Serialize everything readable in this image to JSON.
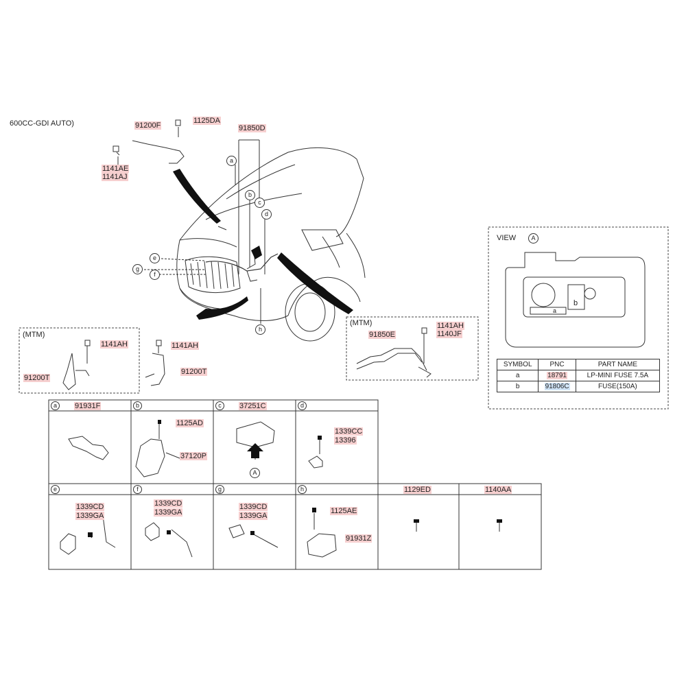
{
  "title_fragment": "600CC-GDI AUTO)",
  "main": {
    "p91200F": "91200F",
    "p1125DA": "1125DA",
    "p91850D": "91850D",
    "p1141AE": "1141AE",
    "p1141AJ": "1141AJ",
    "callouts": [
      "a",
      "b",
      "c",
      "d",
      "e",
      "f",
      "g",
      "h"
    ]
  },
  "mtm_left": {
    "tag": "(MTM)",
    "p1141AH_a": "1141AH",
    "p91200T_a": "91200T",
    "p1141AH_b": "1141AH",
    "p91200T_b": "91200T"
  },
  "mtm_right": {
    "tag": "(MTM)",
    "p91850E": "91850E",
    "p1141AH": "1141AH",
    "p1140JF": "1140JF"
  },
  "view": {
    "title": "VIEW",
    "marker": "A",
    "fuse_a": "a",
    "fuse_b": "b",
    "table": {
      "headers": [
        "SYMBOL",
        "PNC",
        "PART NAME"
      ],
      "rows": [
        {
          "symbol": "a",
          "pnc": "18791",
          "name": "LP-MINI FUSE 7.5A"
        },
        {
          "symbol": "b",
          "pnc": "91806C",
          "name": "FUSE(150A)"
        }
      ]
    }
  },
  "grid": {
    "row1": [
      {
        "letter": "a",
        "part": "91931F"
      },
      {
        "letter": "b",
        "part": "",
        "p1": "1125AD",
        "p2": "37120P"
      },
      {
        "letter": "c",
        "part": "37251C",
        "marker": "A"
      },
      {
        "letter": "d",
        "part": "",
        "p1": "1339CC",
        "p2": "13396"
      }
    ],
    "row2": [
      {
        "letter": "e",
        "p1": "1339CD",
        "p2": "1339GA"
      },
      {
        "letter": "f",
        "p1": "1339CD",
        "p2": "1339GA"
      },
      {
        "letter": "g",
        "p1": "1339CD",
        "p2": "1339GA"
      },
      {
        "letter": "h",
        "p1": "1125AE",
        "p2": "91931Z"
      },
      {
        "letter": "",
        "part": "1129ED"
      },
      {
        "letter": "",
        "part": "1140AA"
      }
    ]
  }
}
